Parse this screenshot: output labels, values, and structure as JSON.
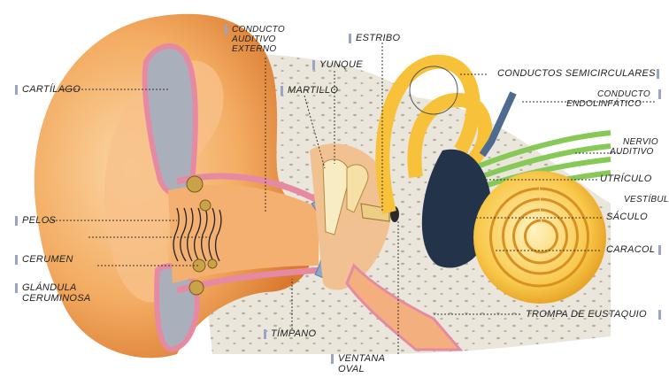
{
  "labels": {
    "cartilago": "Cartílago",
    "conducto_auditivo_externo": [
      "Conducto",
      "auditivo",
      "externo"
    ],
    "estribo": "Estribo",
    "yunque": "Yunque",
    "martillo": "Martillo",
    "conductos_semicirculares": "Conductos semicirculares",
    "conducto_endolinfatico": [
      "Conducto",
      "endolinfático"
    ],
    "nervio_auditivo": [
      "Nervio",
      "auditivo"
    ],
    "utriculo": "Utrículo",
    "vestibulo": "Vestíbul",
    "saculo": "Sáculo",
    "caracol": "Caracol",
    "pelos": "Pelos",
    "cerumen": "Cerumen",
    "glandula_ceruminosa": [
      "Glándula",
      "ceruminosa"
    ],
    "timpano": "Tímpano",
    "ventana_oval": [
      "Ventana",
      "oval"
    ],
    "trompa_de_eustaquio": "Trompa de Eustaquio"
  },
  "colors": {
    "skin": "#f0a45a",
    "skin_light": "#fbd7a6",
    "bone": "#ebe6dc",
    "canal_pink": "#e58aa2",
    "cartilage_gray": "#a9b0bc",
    "labyrinth": "#f7c23a",
    "nerve": "#86c956",
    "vestibule": "#23334a",
    "label_bar": "#9aa4c8"
  }
}
